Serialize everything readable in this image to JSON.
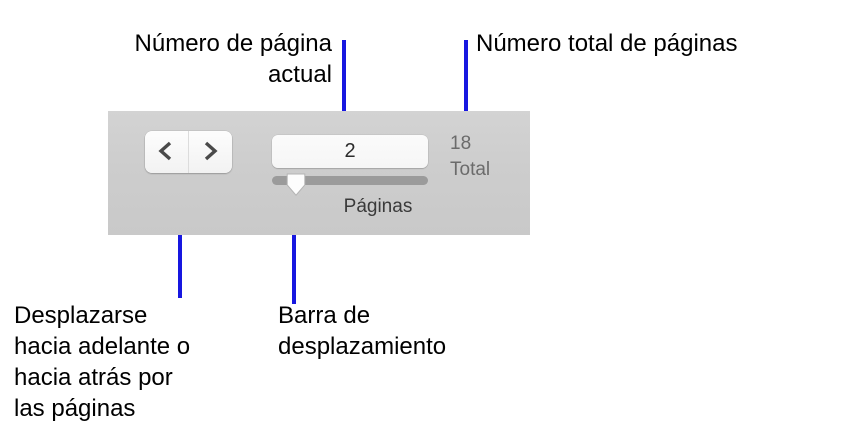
{
  "annotations": {
    "current_page": "Número de página\nactual",
    "total_pages": "Número total de páginas",
    "nav_buttons": "Desplazarse\nhacia adelante o\nhacia atrás por\nlas páginas",
    "scrollbar": "Barra de\ndesplazamiento"
  },
  "toolbar": {
    "prev_icon": "chevron-left-icon",
    "next_icon": "chevron-right-icon",
    "page_number_value": "2",
    "page_number_placeholder": "2",
    "pages_label": "Páginas",
    "total_count": "18",
    "total_word": "Total",
    "slider": {
      "thumb_icon": "slider-thumb-pentagon",
      "value_percent": 11
    }
  },
  "colors": {
    "annotation_text": "#000000",
    "leader_line": "#1717E0",
    "panel_background": "#CFCFCF",
    "chevron": "#4A4A4A",
    "track": "#9B9B9B",
    "muted_text": "#6B6B6B"
  }
}
